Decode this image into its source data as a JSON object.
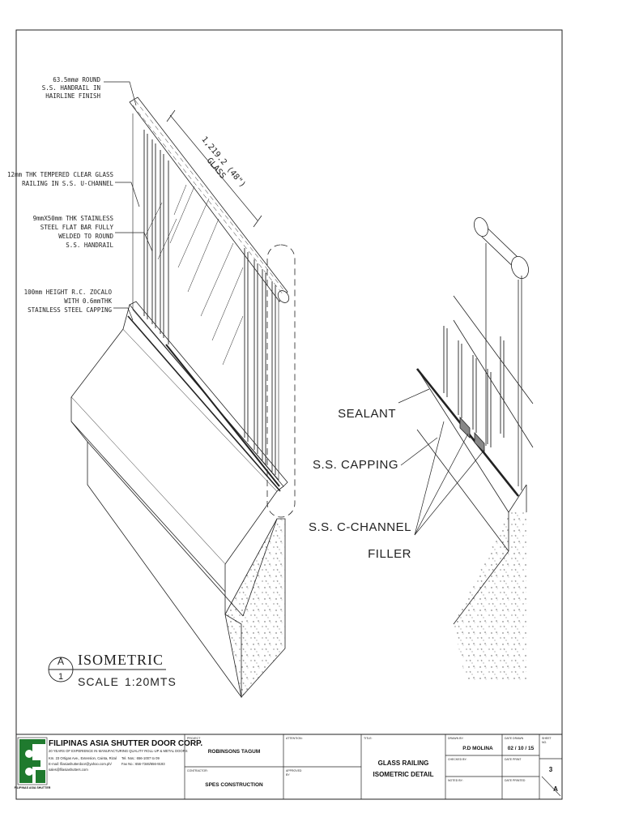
{
  "annotations": {
    "handrail": [
      "63.5mmø ROUND",
      "S.S. HANDRAIL IN",
      "HAIRLINE FINISH"
    ],
    "glass": [
      "12mm THK TEMPERED CLEAR GLASS",
      "RAILING IN S.S. U-CHANNEL"
    ],
    "flatbar": [
      "9mmX50mm THK STAINLESS",
      "STEEL FLAT BAR FULLY",
      "WELDED TO ROUND",
      "S.S. HANDRAIL"
    ],
    "zocalo": [
      "100mm HEIGHT R.C. ZOCALO",
      "WITH 0.6mmTHK",
      "STAINLESS STEEL CAPPING"
    ],
    "dimension": [
      "1,219.2 (48\")",
      "GLASS"
    ]
  },
  "detail_labels": {
    "sealant": "SEALANT",
    "capping": "S.S. CAPPING",
    "channel": "S.S. C-CHANNEL",
    "filler": "FILLER"
  },
  "view_tag": {
    "letter": "A",
    "number": "1",
    "title": "ISOMETRIC",
    "scale_label": "SCALE",
    "scale_value": "1:20MTS"
  },
  "title_block": {
    "company": "FILIPINAS ASIA SHUTTER DOOR CORP.",
    "tagline": "20 YEARS OF EXPERIENCE IN MANUFACTURING QUALITY ROLL-UP & METAL DOORS",
    "address": "Km. 23 Ortigas Ave., Extension, Cainta, Rizal",
    "tel": "Tel. Nos.: 656-1007 to 09",
    "email": "E-mail: filasiashutterdoor@yahoo.com.ph/",
    "fax": "Fax No.: 656-7346/656-9193",
    "email2": "sales@filasiashutters.com",
    "logo_caption": "FILIPINAS ASIA SHUTTER",
    "project_label": "PROJECT",
    "project": "ROBINSONS TAGUM",
    "contractor_label": "CONTRACTOR:",
    "contractor": "SPES CONSTRUCTION",
    "attention_label": "ATTENTION:",
    "approved_label": "APPROVED",
    "approved_by": "BY",
    "title_label": "TITLE:",
    "title_line1": "GLASS RAILING",
    "title_line2": "ISOMETRIC DETAIL",
    "drawn_label": "DRAWN BY:",
    "drawn_by": "P.D MOLINA",
    "checked_label": "CHECKED BY:",
    "noted_label": "NOTED BY:",
    "date_drawn_label": "DATE DRAWN",
    "date_drawn": "02 / 10 / 15",
    "date_print_label": "DATE PRINT",
    "date_printed_label": "DATE PRINTED",
    "sheet_label": "SHEET",
    "sheet_no_label": "NO.",
    "sheet_number": "3",
    "sheet_letter": "A"
  },
  "colors": {
    "ink": "#222222",
    "logo_green": "#1f7a2e"
  }
}
